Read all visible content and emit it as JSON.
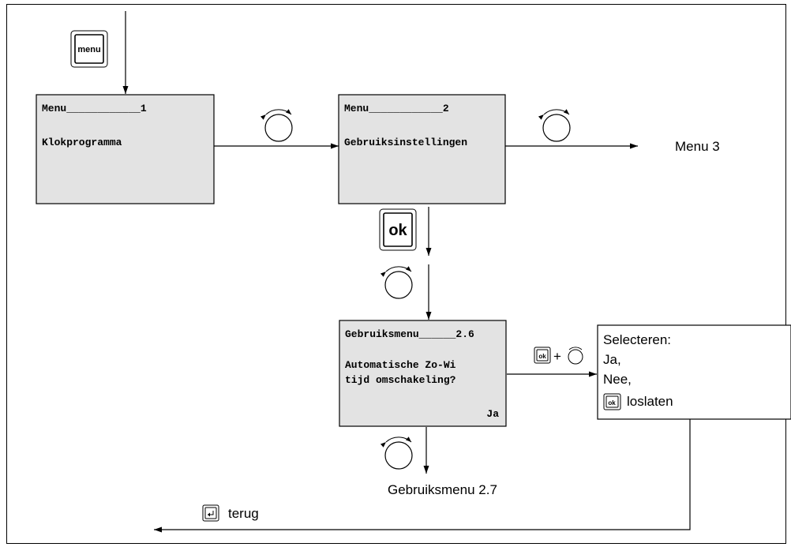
{
  "diagram": {
    "buttons": {
      "menu_label": "menu",
      "ok_label": "ok"
    },
    "displays": {
      "menu1": {
        "line1": "Menu____________1",
        "line2": "Klokprogramma"
      },
      "menu2": {
        "line1": "Menu____________2",
        "line2": "Gebruiksinstellingen"
      },
      "menu26": {
        "line1": "Gebruiksmenu______2.6",
        "line2": "Automatische Zo-Wi",
        "line3": "tijd omschakeling?",
        "value": "Ja"
      }
    },
    "labels": {
      "menu3": "Menu 3",
      "gebruiksmenu27": "Gebruiksmenu 2.7",
      "plus": "+",
      "terug": "terug"
    },
    "select_box": {
      "line1": "Selecteren:",
      "line2": "Ja,",
      "line3": "Nee,",
      "line4": "loslaten",
      "ok_small": "ok"
    },
    "icons": {
      "rotary_knob": "rotary-knob-icon",
      "back_button": "back-button-icon"
    },
    "colors": {
      "display_fill": "#e3e3e3",
      "line": "#000000"
    }
  }
}
